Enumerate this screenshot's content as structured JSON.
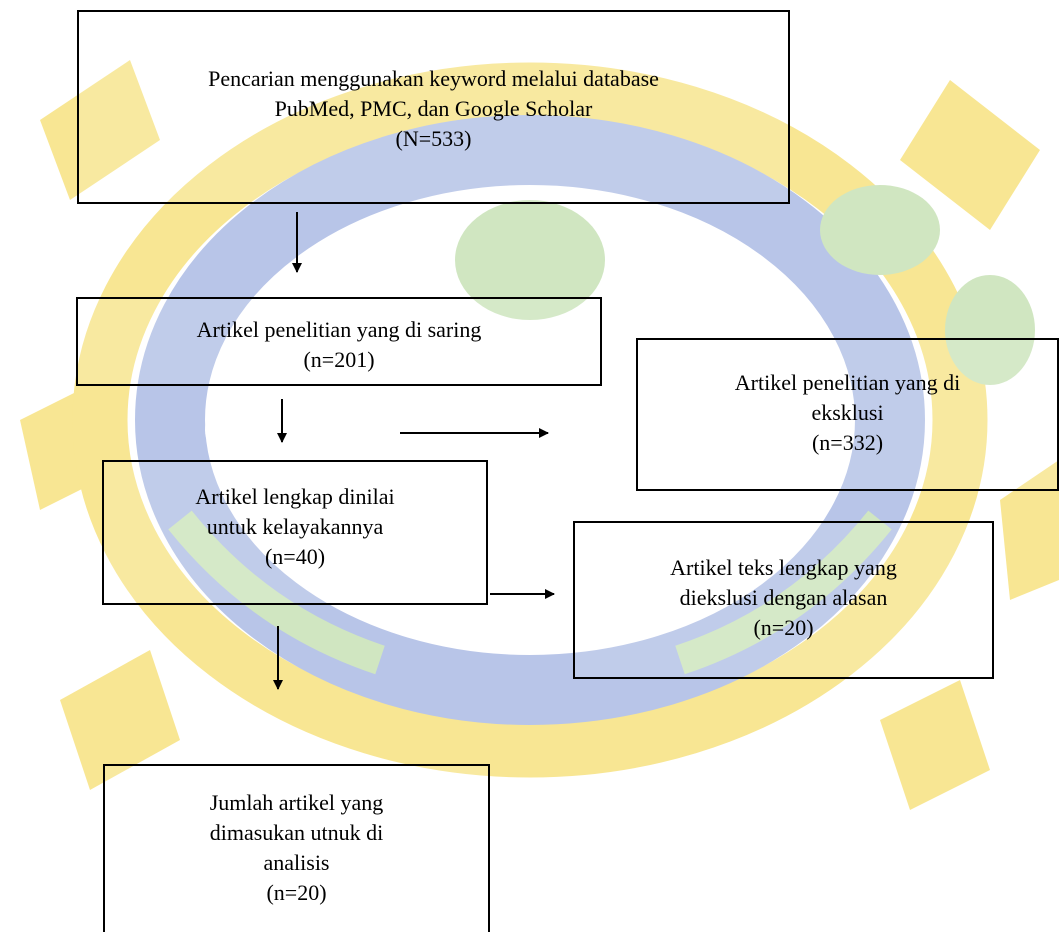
{
  "colors": {
    "watermark_gold": "#f3d33b",
    "watermark_blue": "#7f96d6",
    "watermark_green": "#aad38f",
    "box_border": "#000000",
    "text": "#000000"
  },
  "boxes": {
    "search": {
      "lines": [
        "Pencarian menggunakan keyword melalui database",
        "PubMed, PMC, dan Google Scholar",
        "(N=533)"
      ]
    },
    "screened": {
      "lines": [
        "Artikel penelitian yang di saring",
        "(n=201)"
      ]
    },
    "excluded": {
      "lines": [
        "Artikel penelitian yang di",
        "eksklusi",
        "(n=332)"
      ]
    },
    "eligibility": {
      "lines": [
        "Artikel lengkap dinilai",
        "untuk kelayakannya",
        "(n=40)"
      ]
    },
    "fulltext_excluded": {
      "lines": [
        "Artikel teks lengkap yang",
        "diekslusi dengan alasan",
        "(n=20)"
      ]
    },
    "included": {
      "lines": [
        "Jumlah artikel yang",
        "dimasukan utnuk di",
        "analisis",
        "(n=20)"
      ]
    }
  }
}
